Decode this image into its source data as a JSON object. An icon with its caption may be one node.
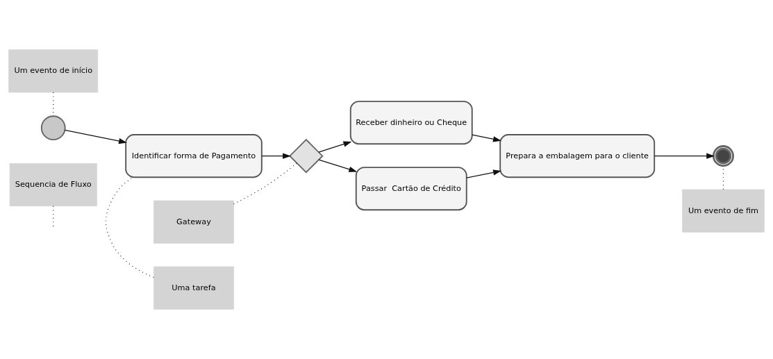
{
  "diagram": {
    "nodes": [
      {
        "text": [
          "Um evento de início"
        ]
      },
      {
        "text": [
          "Gateway"
        ]
      },
      {
        "text": [
          "Receber dinheiro ou Cheque"
        ]
      },
      {
        "text": [],
        "shape": "circle"
      },
      {
        "text": [
          "Identificar forma de Pagamento"
        ]
      },
      {
        "text": [],
        "shape": "diamond"
      },
      {
        "text": [
          "Prepara a embalagem para o cliente"
        ]
      },
      {
        "text": [],
        "shape": "circle"
      },
      {
        "text": [
          "Sequencia de Fluxo"
        ]
      },
      {
        "text": [
          "Uma tarefa"
        ]
      },
      {
        "text": [
          "Passar  Cartão de Crédito"
        ]
      },
      {
        "text": [
          "Um evento de fim"
        ]
      }
    ],
    "edges": [
      {
        "from": 3,
        "to": 4,
        "arrow": "to"
      },
      {
        "from": 4,
        "to": 5,
        "arrow": "to"
      },
      {
        "from": 5,
        "to": 2,
        "arrow": "to"
      },
      {
        "from": 5,
        "to": 10,
        "arrow": "to"
      },
      {
        "from": 2,
        "to": 6,
        "arrow": "to"
      },
      {
        "from": 10,
        "to": 6,
        "arrow": "to"
      },
      {
        "from": 6,
        "to": 7,
        "arrow": "to"
      },
      {
        "from": 0,
        "to": 3,
        "arrow": "none",
        "style": "dashed"
      },
      {
        "from": 1,
        "to": 5,
        "arrow": "none",
        "style": "dashed"
      },
      {
        "from": 8,
        "to": null,
        "arrow": "none",
        "style": "dashed"
      },
      {
        "from": 9,
        "to": 4,
        "arrow": "none",
        "style": "dashed"
      },
      {
        "from": 11,
        "to": 7,
        "arrow": "none",
        "style": "dashed"
      }
    ]
  }
}
